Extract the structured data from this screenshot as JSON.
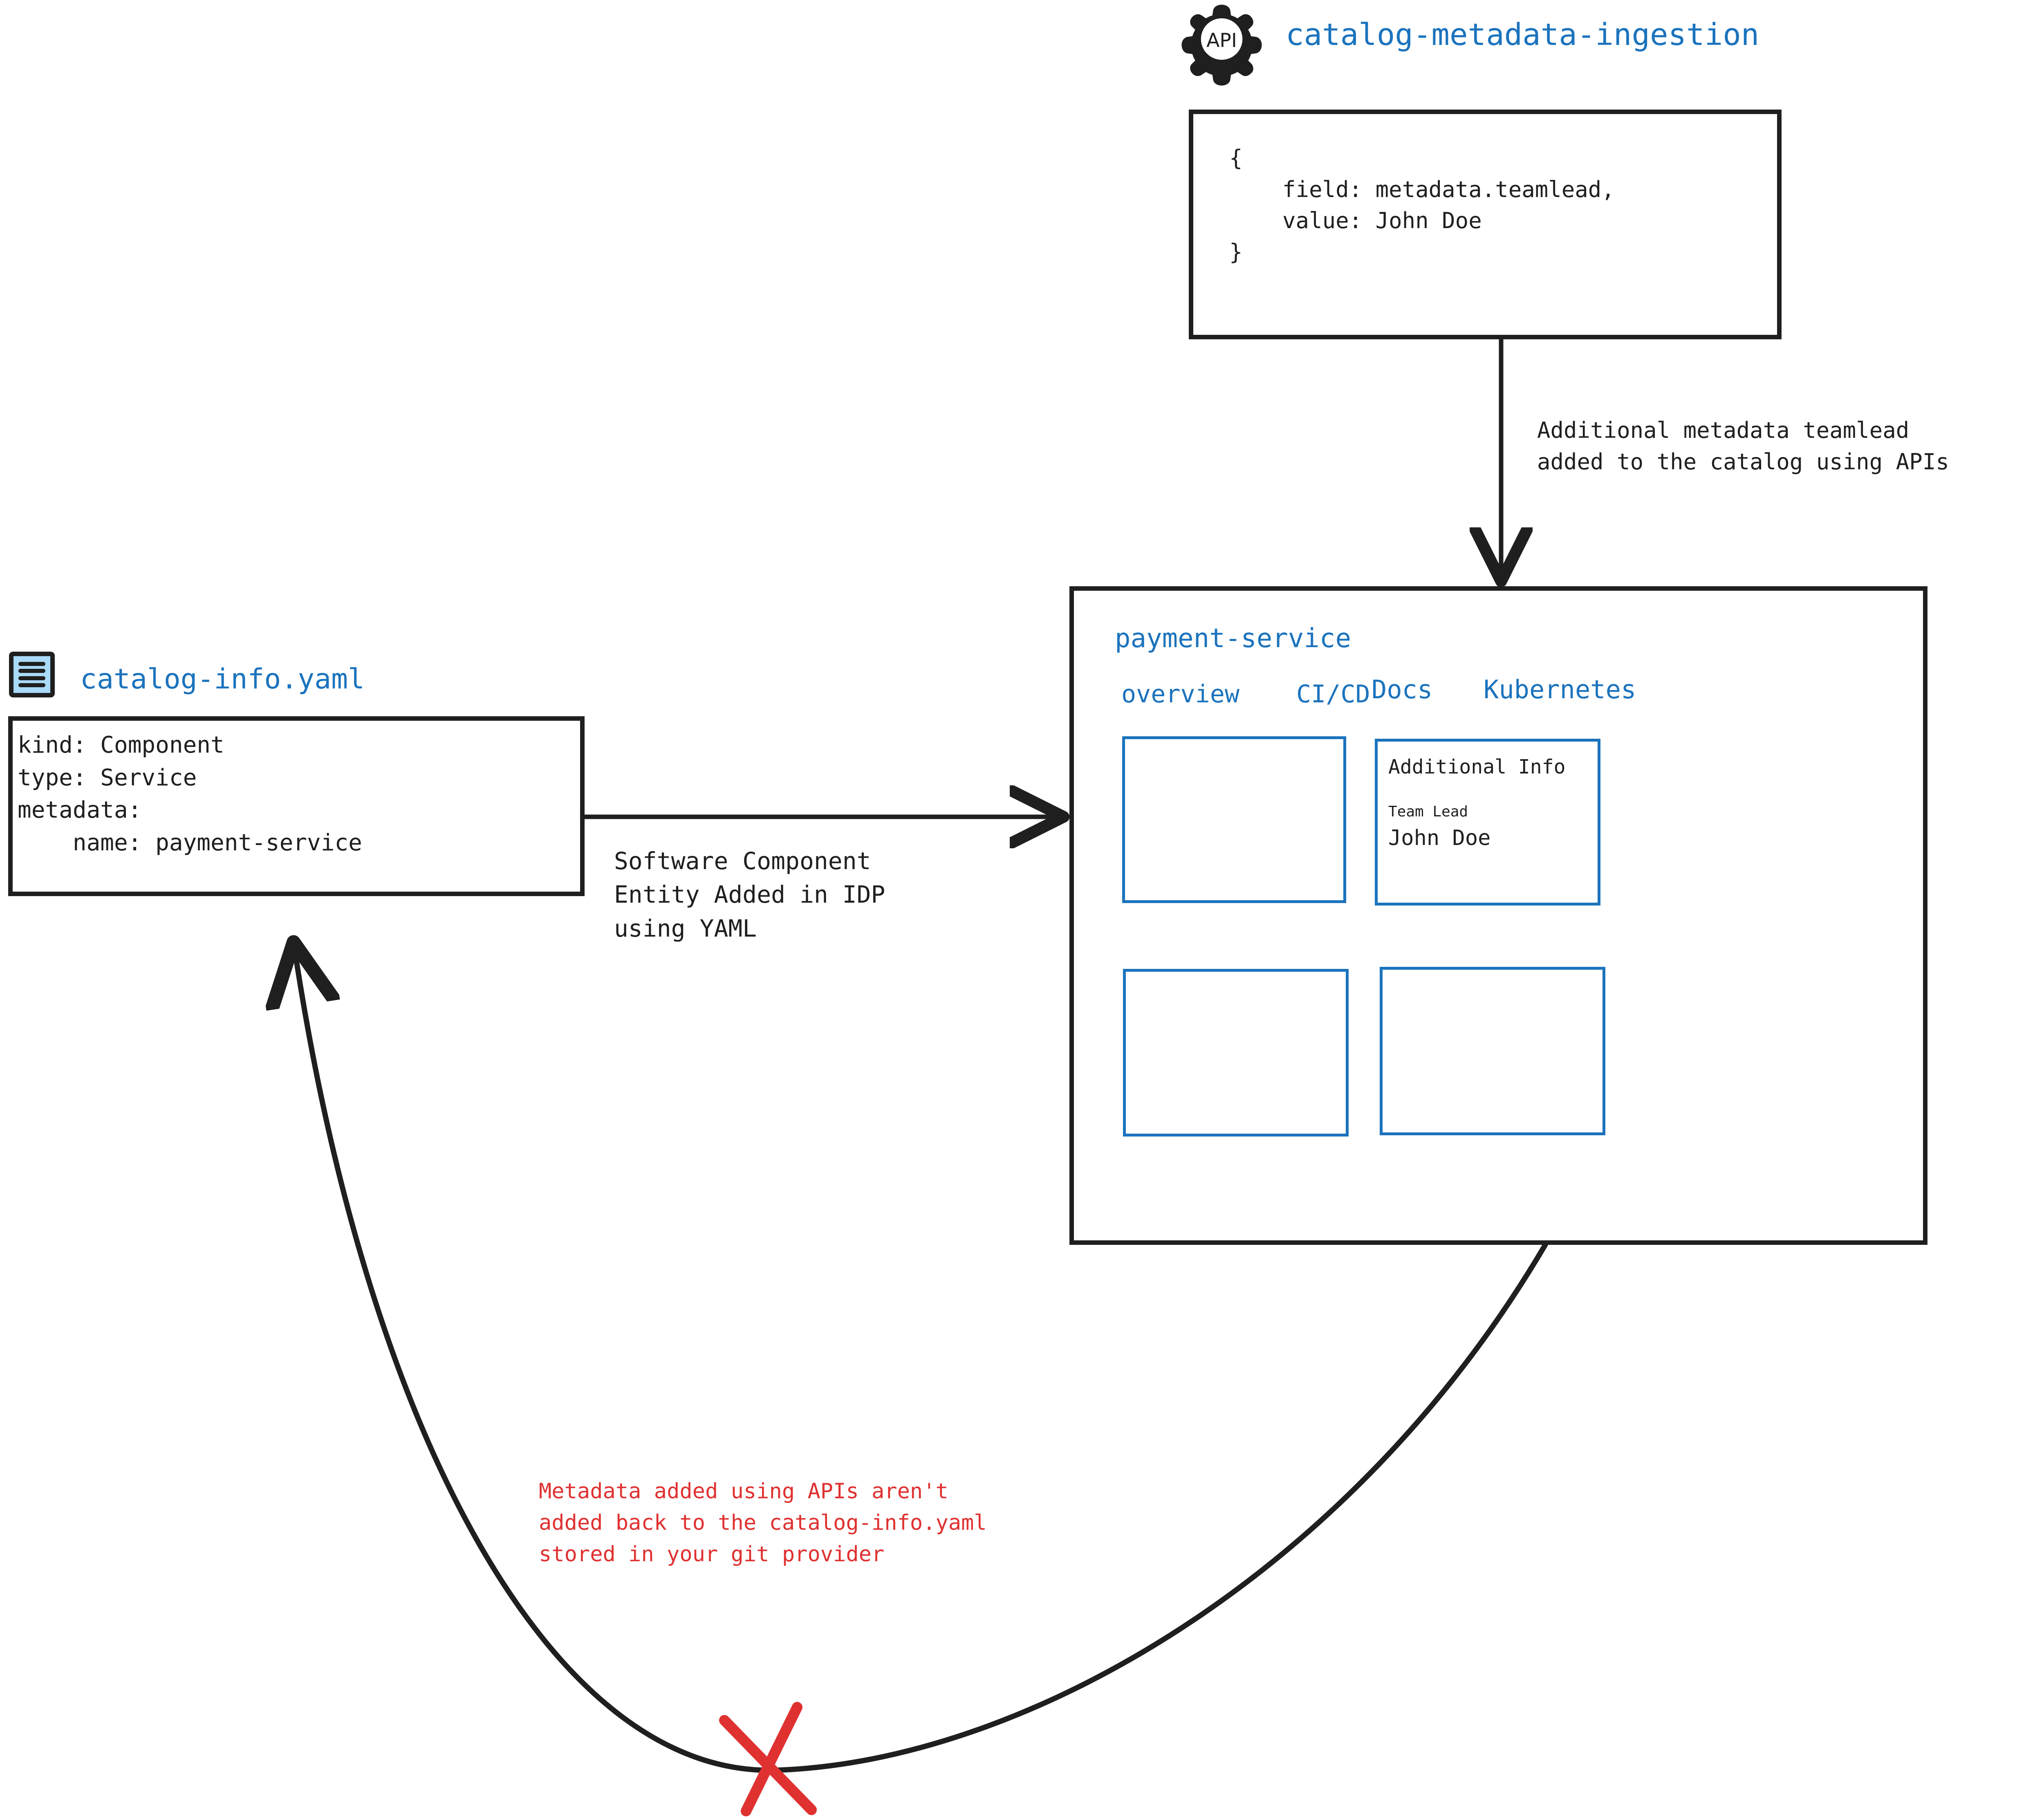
{
  "colors": {
    "accent_blue": "#1b73bd",
    "warning_red": "#e03131",
    "stroke_black": "#1f1f1f",
    "yaml_icon_fill": "#a9daf8"
  },
  "api_node": {
    "icon_label": "API",
    "title": "catalog-metadata-ingestion",
    "code_lines": [
      "{",
      "    field: metadata.teamlead,",
      "    value: John Doe",
      "}"
    ]
  },
  "yaml_node": {
    "title": "catalog-info.yaml",
    "code_lines": [
      "kind: Component",
      "type: Service",
      "metadata:",
      "    name: payment-service"
    ]
  },
  "arrows": {
    "api_to_panel_label": [
      "Additional metadata teamlead",
      "added to the catalog using APIs"
    ],
    "yaml_to_panel_label": [
      "Software Component",
      "Entity Added in IDP",
      "using YAML"
    ],
    "panel_to_yaml_label": [
      "Metadata added using APIs aren't",
      "added back to the catalog-info.yaml",
      "stored in your git provider"
    ]
  },
  "panel": {
    "title": "payment-service",
    "tabs": [
      {
        "label": "overview"
      },
      {
        "label": "CI/CD"
      },
      {
        "label": "Docs"
      },
      {
        "label": "Kubernetes"
      }
    ],
    "cards": [
      {
        "id": "card-top-left",
        "heading": "",
        "field_label": "",
        "field_value": ""
      },
      {
        "id": "card-additional-info",
        "heading": "Additional Info",
        "field_label": "Team Lead",
        "field_value": "John Doe"
      },
      {
        "id": "card-bottom-left",
        "heading": "",
        "field_label": "",
        "field_value": ""
      },
      {
        "id": "card-bottom-right",
        "heading": "",
        "field_label": "",
        "field_value": ""
      }
    ]
  }
}
